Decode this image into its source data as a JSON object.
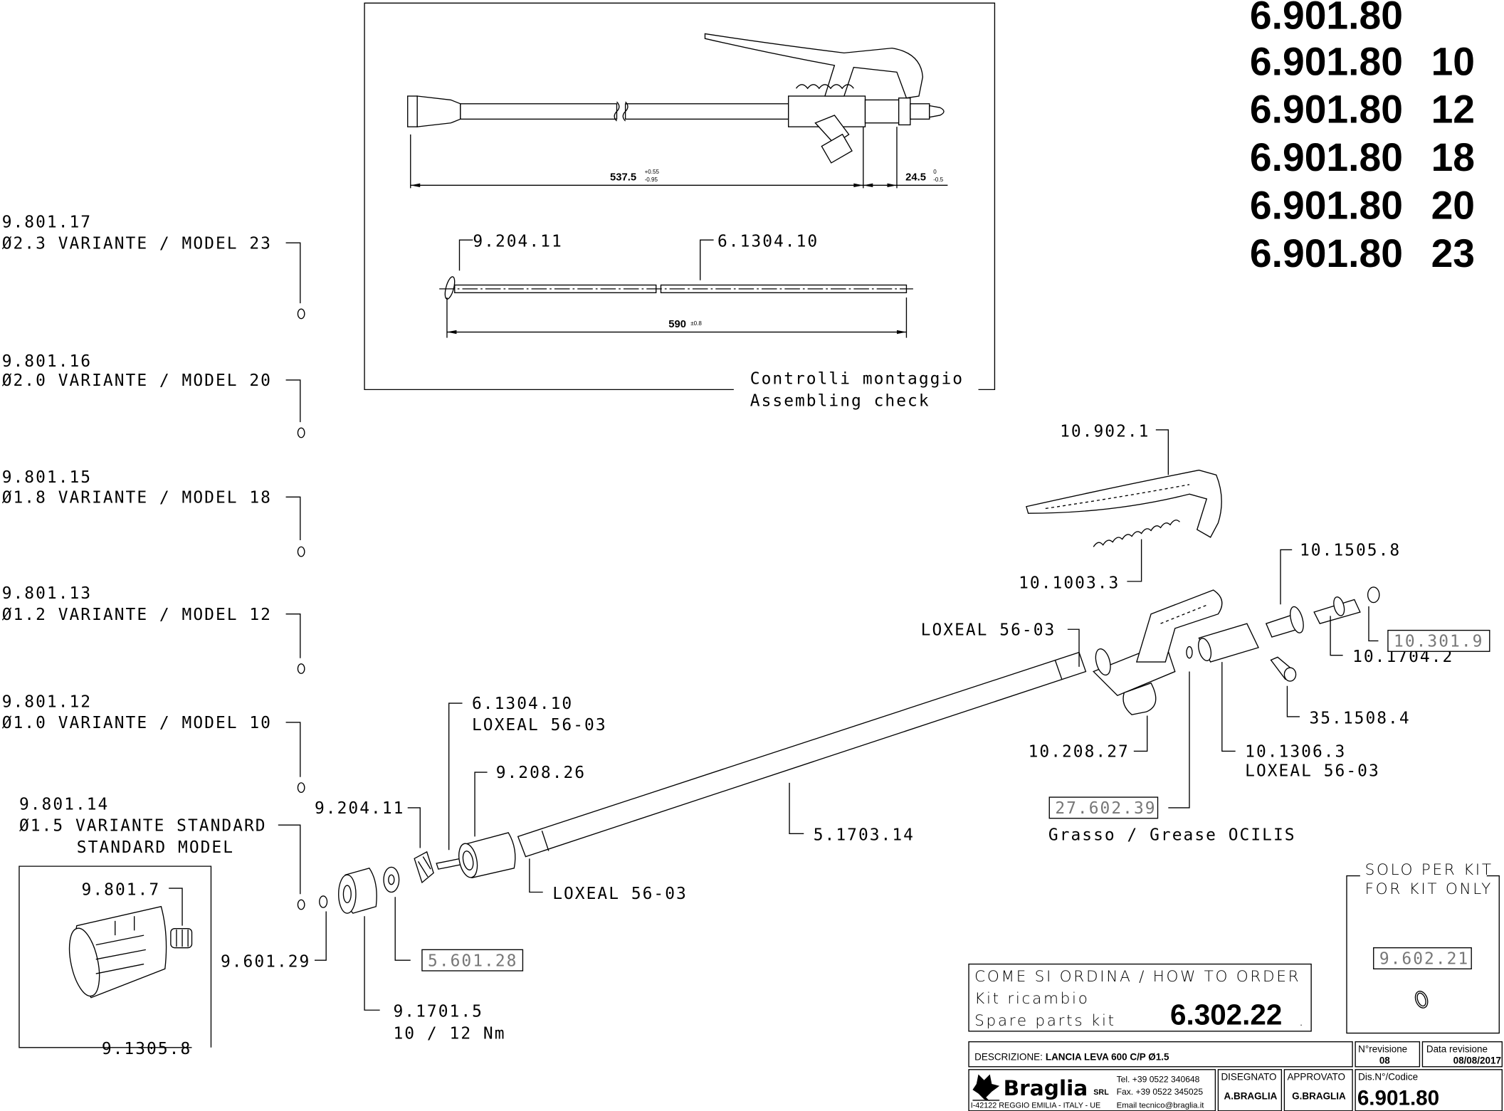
{
  "model_codes": {
    "base": "6.901.80",
    "variants": [
      "",
      "10",
      "12",
      "18",
      "20",
      "23"
    ]
  },
  "assembling_check": {
    "title_it": "Controlli montaggio",
    "title_en": "Assembling check",
    "dim_lance": {
      "value": "537.5",
      "tol_plus": "+0.55",
      "tol_minus": "-0.95"
    },
    "dim_tip": {
      "value": "24.5",
      "tol_plus": "0",
      "tol_minus": "-0.5"
    },
    "dim_rod": {
      "value": "590",
      "tol": "±0.8"
    },
    "rod_labels": [
      "9.204.11",
      "6.1304.10"
    ]
  },
  "nozzle_variants": [
    {
      "code": "9.801.17",
      "desc": "Ø2.3 VARIANTE / MODEL 23"
    },
    {
      "code": "9.801.16",
      "desc": "Ø2.0 VARIANTE / MODEL 20"
    },
    {
      "code": "9.801.15",
      "desc": "Ø1.8 VARIANTE / MODEL 18"
    },
    {
      "code": "9.801.13",
      "desc": "Ø1.2 VARIANTE / MODEL 12"
    },
    {
      "code": "9.801.12",
      "desc": "Ø1.0 VARIANTE / MODEL 10"
    },
    {
      "code": "9.801.14",
      "desc": "Ø1.5 VARIANTE STANDARD",
      "desc2": "STANDARD MODEL"
    }
  ],
  "parts": {
    "p9_801_7": "9.801.7",
    "p9_1305_8": "9.1305.8",
    "p9_601_29": "9.601.29",
    "p9_1701_5": "9.1701.5",
    "p9_1701_5_torque": "10 / 12 Nm",
    "p5_601_28": "5.601.28",
    "p9_204_11": "9.204.11",
    "p6_1304_10": "6.1304.10",
    "loxeal": "LOXEAL 56-03",
    "p9_208_26": "9.208.26",
    "p5_1703_14": "5.1703.14",
    "p10_902_1": "10.902.1",
    "p10_1003_3": "10.1003.3",
    "p10_1505_8": "10.1505.8",
    "p10_301_9": "10.301.9",
    "p10_1704_2": "10.1704.2",
    "p35_1508_4": "35.1508.4",
    "p10_208_27": "10.208.27",
    "p10_1306_3": "10.1306.3",
    "p27_602_39": "27.602.39",
    "grease": "Grasso / Grease OCILIS"
  },
  "kit_only": {
    "title1": "SOLO PER KIT",
    "title2": "FOR KIT ONLY",
    "part": "9.602.21"
  },
  "how_to_order": {
    "title": "COME SI ORDINA / HOW TO ORDER",
    "line1": "Kit ricambio",
    "line2": "Spare parts kit",
    "kit_code": "6.302.22",
    "dot": "."
  },
  "title_block": {
    "desc_label": "DESCRIZIONE:",
    "desc_value": "LANCIA LEVA 600 C/P Ø1.5",
    "rev_label": "N°revisione",
    "rev_value": "08",
    "date_label": "Data revisione",
    "date_value": "08/08/2017",
    "company": "Braglia",
    "company_suffix": "SRL",
    "tel": "Tel. +39 0522 340648",
    "fax": "Fax. +39 0522 345025",
    "address": "I-42122 REGGIO EMILIA - ITALY - UE",
    "email": "Email tecnico@braglia.it",
    "drawn_label": "DISEGNATO",
    "drawn_value": "A.BRAGLIA",
    "approved_label": "APPROVATO",
    "approved_value": "G.BRAGLIA",
    "code_label": "Dis.N°/Codice",
    "code_value": "6.901.80"
  }
}
